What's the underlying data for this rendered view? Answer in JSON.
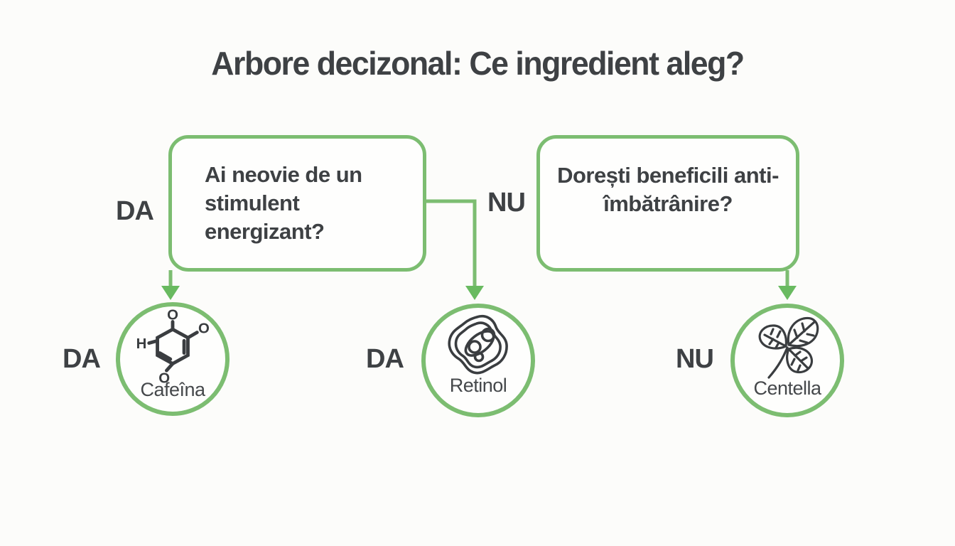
{
  "title": "Arbore decizonal: Ce ingredient aleg?",
  "colors": {
    "line_green": "#7cbd71",
    "arrow_green": "#69ba60",
    "text_dark": "#3e4144",
    "icon_dark": "#3a3d40",
    "background": "#fcfcfa"
  },
  "tree": {
    "question1": {
      "text": "Ai neovie de un stimulent energizant?",
      "yes_label": "DA",
      "no_label": "NU"
    },
    "question2": {
      "text": "Dorești beneficili anti-îmbătrânire?"
    },
    "leaves": [
      {
        "branch_label": "DA",
        "name": "Cafeîna",
        "icon": "caffeine-molecule-icon"
      },
      {
        "branch_label": "DA",
        "name": "Retinol",
        "icon": "retinol-cell-icon"
      },
      {
        "branch_label": "NU",
        "name": "Centella",
        "icon": "centella-leaf-icon"
      }
    ]
  }
}
